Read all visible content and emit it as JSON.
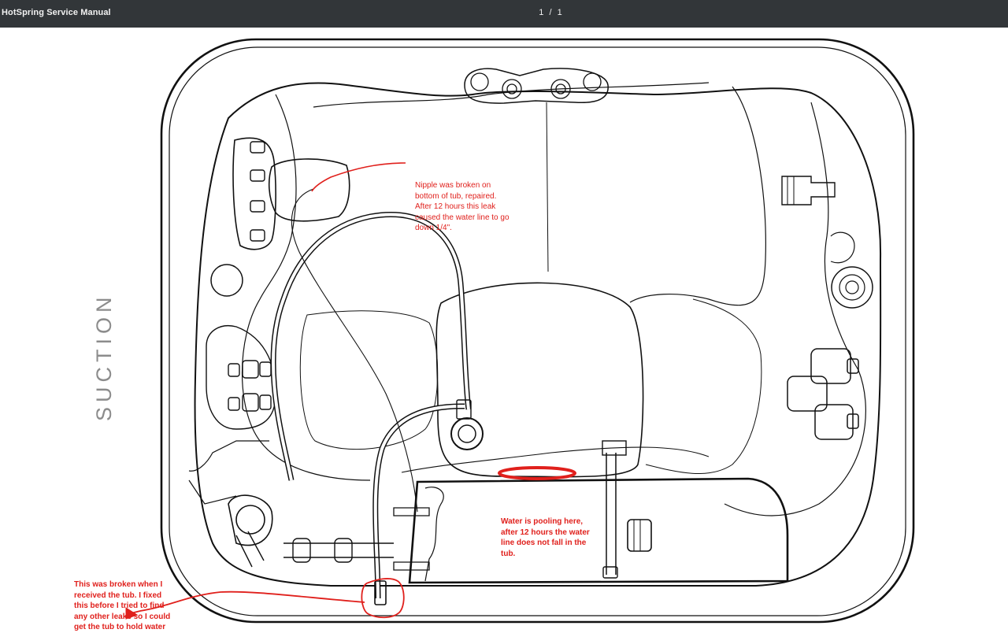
{
  "toolbar": {
    "document_title": "HotSpring Service Manual",
    "page_indicator": "1 / 1"
  },
  "diagram": {
    "side_label": "SUCTION",
    "annotations": {
      "nipple": "Nipple was broken on bottom of tub, repaired.  After 12 hours this leak caused the water line to go down 1/4\".",
      "pooling": "Water is pooling here, after 12 hours the water line does not fall in the tub.",
      "broken": "This was broken when I received the tub.  I fixed this before I tried to find any other leaks so I could get the tub to hold water"
    }
  },
  "colors": {
    "toolbar_bg": "#323639",
    "toolbar_text": "#f1f1f1",
    "annotation_red": "#e0201c",
    "line_art": "#111111",
    "side_label": "#8c8c8c"
  }
}
